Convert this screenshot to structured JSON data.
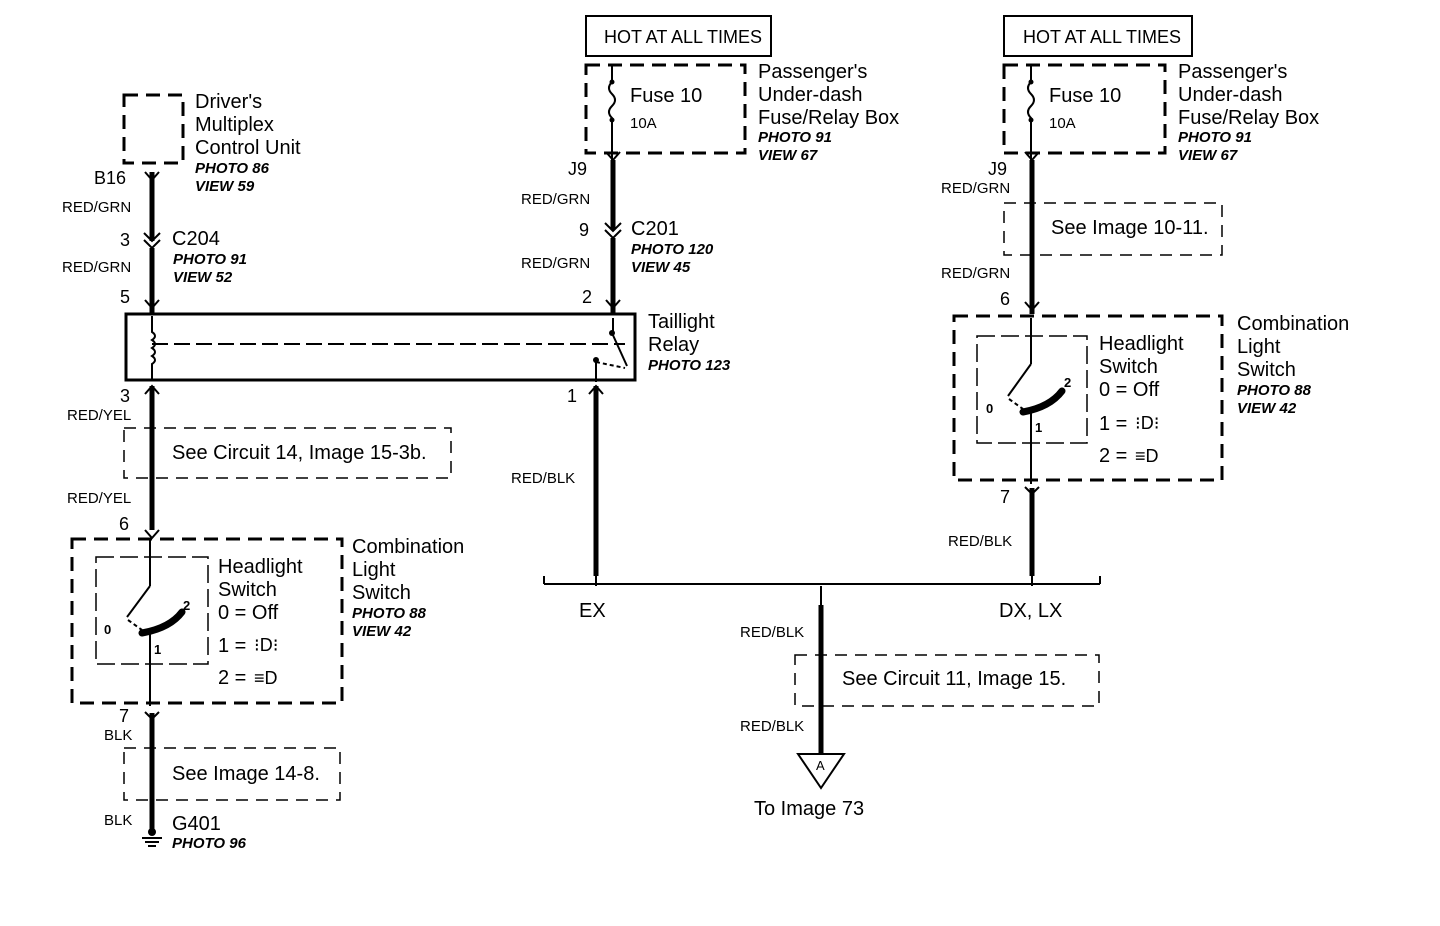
{
  "left": {
    "unit_name": [
      "Driver's",
      "Multiplex",
      "Control Unit"
    ],
    "unit_photo": "PHOTO 86",
    "unit_view": "VIEW 59",
    "pin_b16": "B16",
    "wire1": "RED/GRN",
    "c204_pin": "3",
    "c204": "C204",
    "c204_photo": "PHOTO 91",
    "c204_view": "VIEW 52",
    "wire2": "RED/GRN",
    "relay_pin_top": "5",
    "relay_pin_bottom": "3",
    "wire3": "RED/YEL",
    "see1": "See Circuit 14, Image 15-3b.",
    "wire4": "RED/YEL",
    "switch_pin_top": "6",
    "switch_title": [
      "Headlight",
      "Switch"
    ],
    "pos0": "0 = Off",
    "pos1": "1 =",
    "pos2": "2 =",
    "contact0": "0",
    "contact1": "1",
    "contact2": "2",
    "combo_name": [
      "Combination",
      "Light",
      "Switch"
    ],
    "combo_photo": "PHOTO 88",
    "combo_view": "VIEW 42",
    "switch_pin_bottom": "7",
    "wire5": "BLK",
    "see2": "See Image 14-8.",
    "wire6": "BLK",
    "ground": "G401",
    "ground_photo": "PHOTO 96"
  },
  "middle": {
    "hot": "HOT AT ALL TIMES",
    "fuse": "Fuse 10",
    "fuse_rating": "10A",
    "box_name": [
      "Passenger's",
      "Under-dash",
      "Fuse/Relay Box"
    ],
    "box_photo": "PHOTO 91",
    "box_view": "VIEW 67",
    "pin_j9": "J9",
    "wire1": "RED/GRN",
    "c201_pin": "9",
    "c201": "C201",
    "c201_photo": "PHOTO 120",
    "c201_view": "VIEW 45",
    "wire2": "RED/GRN",
    "relay_pin_top": "2",
    "relay_name": [
      "Taillight",
      "Relay"
    ],
    "relay_photo": "PHOTO 123",
    "relay_pin_bottom": "1",
    "wire3": "RED/BLK"
  },
  "right": {
    "hot": "HOT AT ALL TIMES",
    "fuse": "Fuse 10",
    "fuse_rating": "10A",
    "box_name": [
      "Passenger's",
      "Under-dash",
      "Fuse/Relay Box"
    ],
    "box_photo": "PHOTO 91",
    "box_view": "VIEW 67",
    "pin_j9": "J9",
    "wire1": "RED/GRN",
    "see": "See Image 10-11.",
    "wire2": "RED/GRN",
    "switch_pin_top": "6",
    "switch_title": [
      "Headlight",
      "Switch"
    ],
    "pos0": "0 = Off",
    "pos1": "1 =",
    "pos2": "2 =",
    "contact0": "0",
    "contact1": "1",
    "contact2": "2",
    "combo_name": [
      "Combination",
      "Light",
      "Switch"
    ],
    "combo_photo": "PHOTO 88",
    "combo_view": "VIEW 42",
    "switch_pin_bottom": "7",
    "wire3": "RED/BLK"
  },
  "bus": {
    "ex": "EX",
    "dxlx": "DX, LX",
    "wire1": "RED/BLK",
    "see": "See Circuit 11, Image 15.",
    "wire2": "RED/BLK",
    "connector": "A",
    "to": "To Image 73"
  }
}
